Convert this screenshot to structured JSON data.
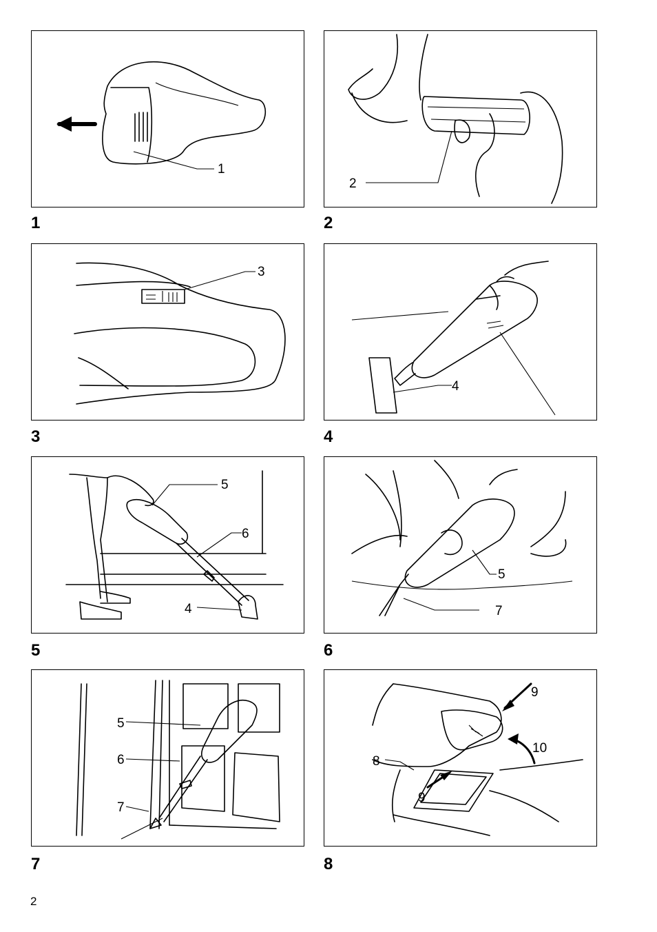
{
  "figures": [
    {
      "number": "1",
      "callouts": [
        "1"
      ]
    },
    {
      "number": "2",
      "callouts": [
        "2"
      ]
    },
    {
      "number": "3",
      "callouts": [
        "3"
      ]
    },
    {
      "number": "4",
      "callouts": [
        "4"
      ]
    },
    {
      "number": "5",
      "callouts": [
        "5",
        "6",
        "4"
      ]
    },
    {
      "number": "6",
      "callouts": [
        "5",
        "7"
      ]
    },
    {
      "number": "7",
      "callouts": [
        "5",
        "6",
        "7"
      ]
    },
    {
      "number": "8",
      "callouts": [
        "9",
        "10",
        "8",
        "9"
      ]
    }
  ],
  "page_number": "2"
}
